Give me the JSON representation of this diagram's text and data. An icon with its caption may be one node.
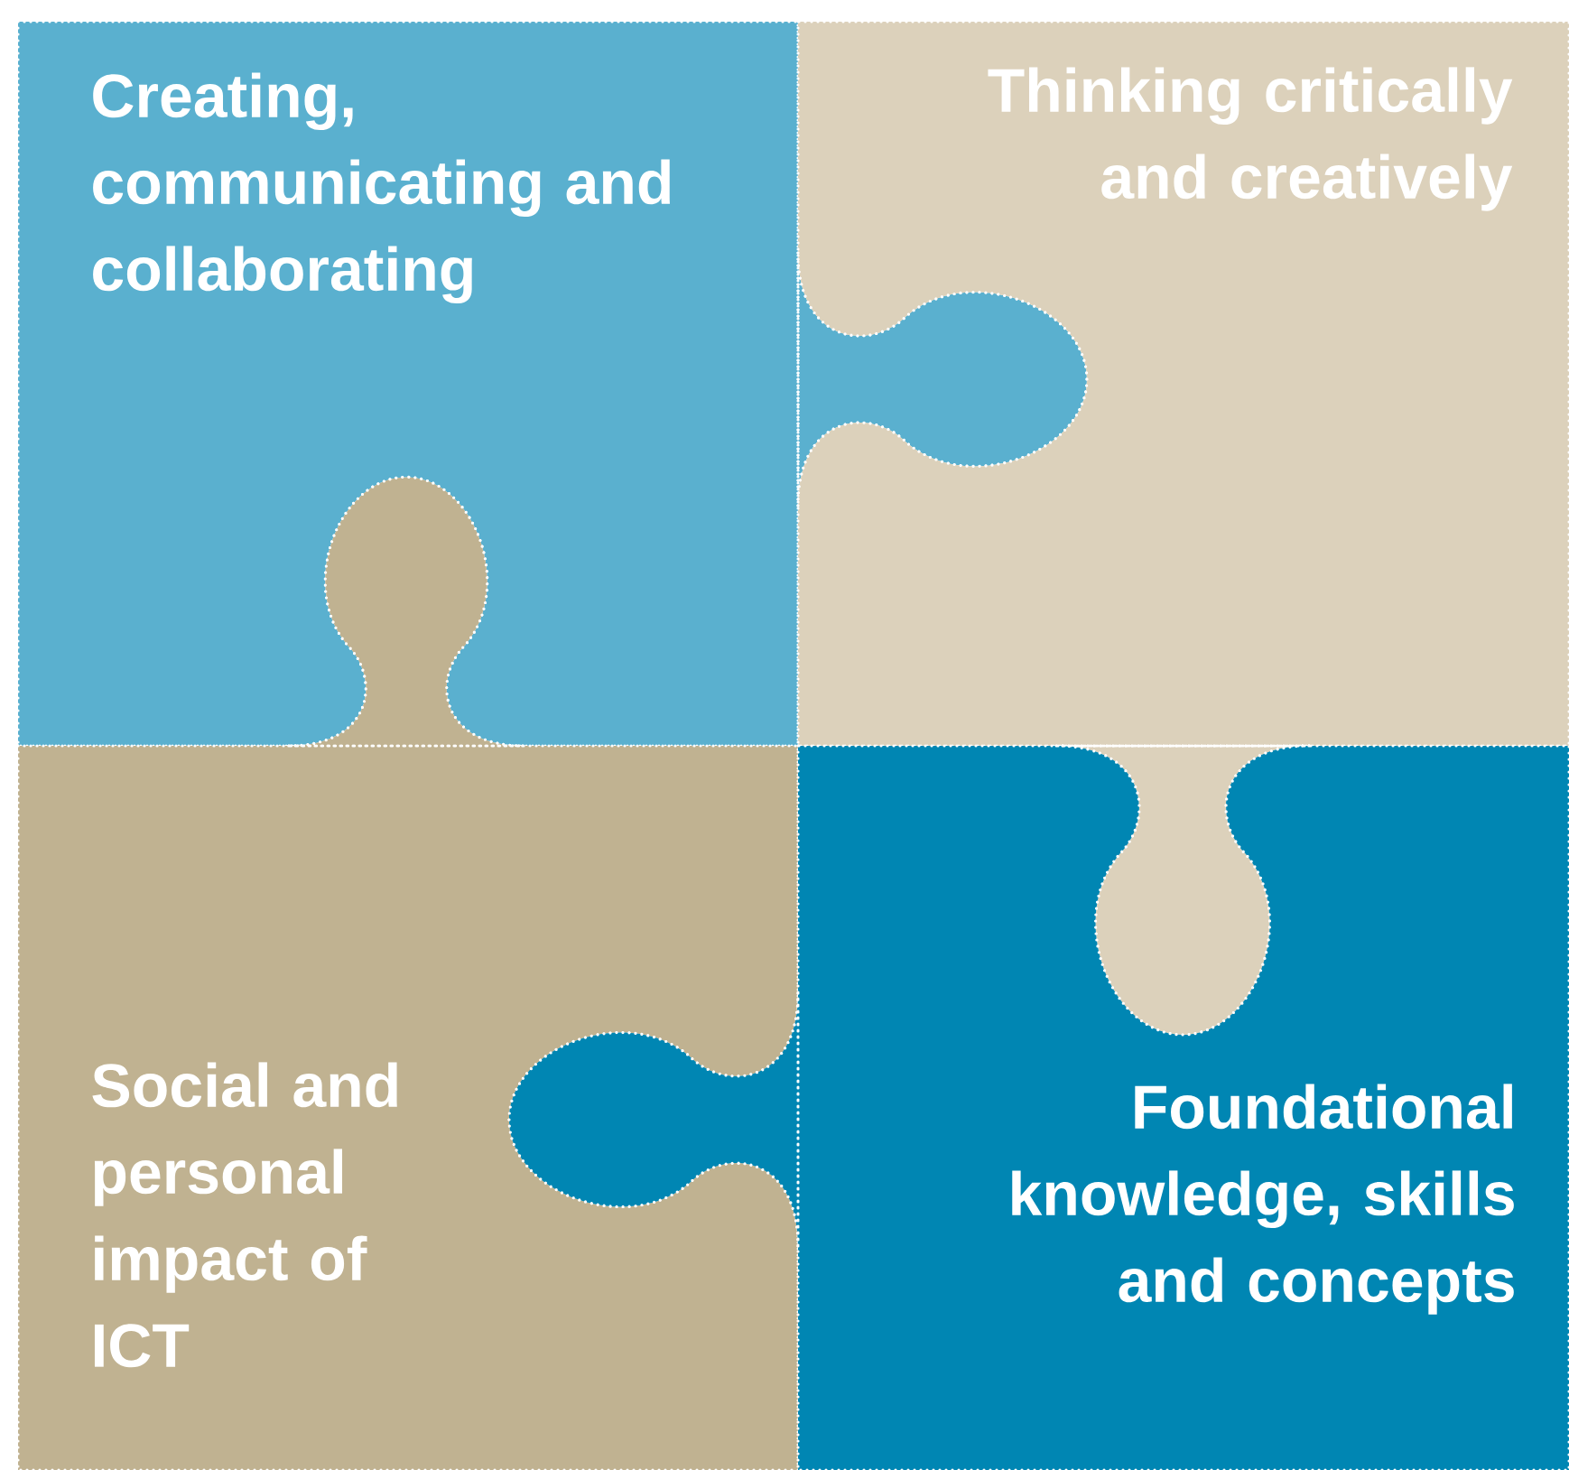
{
  "diagram": {
    "nodes": [
      {
        "text": [
          "Creating, communicating and collaborating"
        ]
      },
      {
        "text": [
          "Thinking critically and creatively"
        ]
      },
      {
        "text": [
          "Social and personal impact of ICT"
        ]
      },
      {
        "text": [
          "Foundational knowledge, skills and concepts"
        ]
      }
    ]
  }
}
